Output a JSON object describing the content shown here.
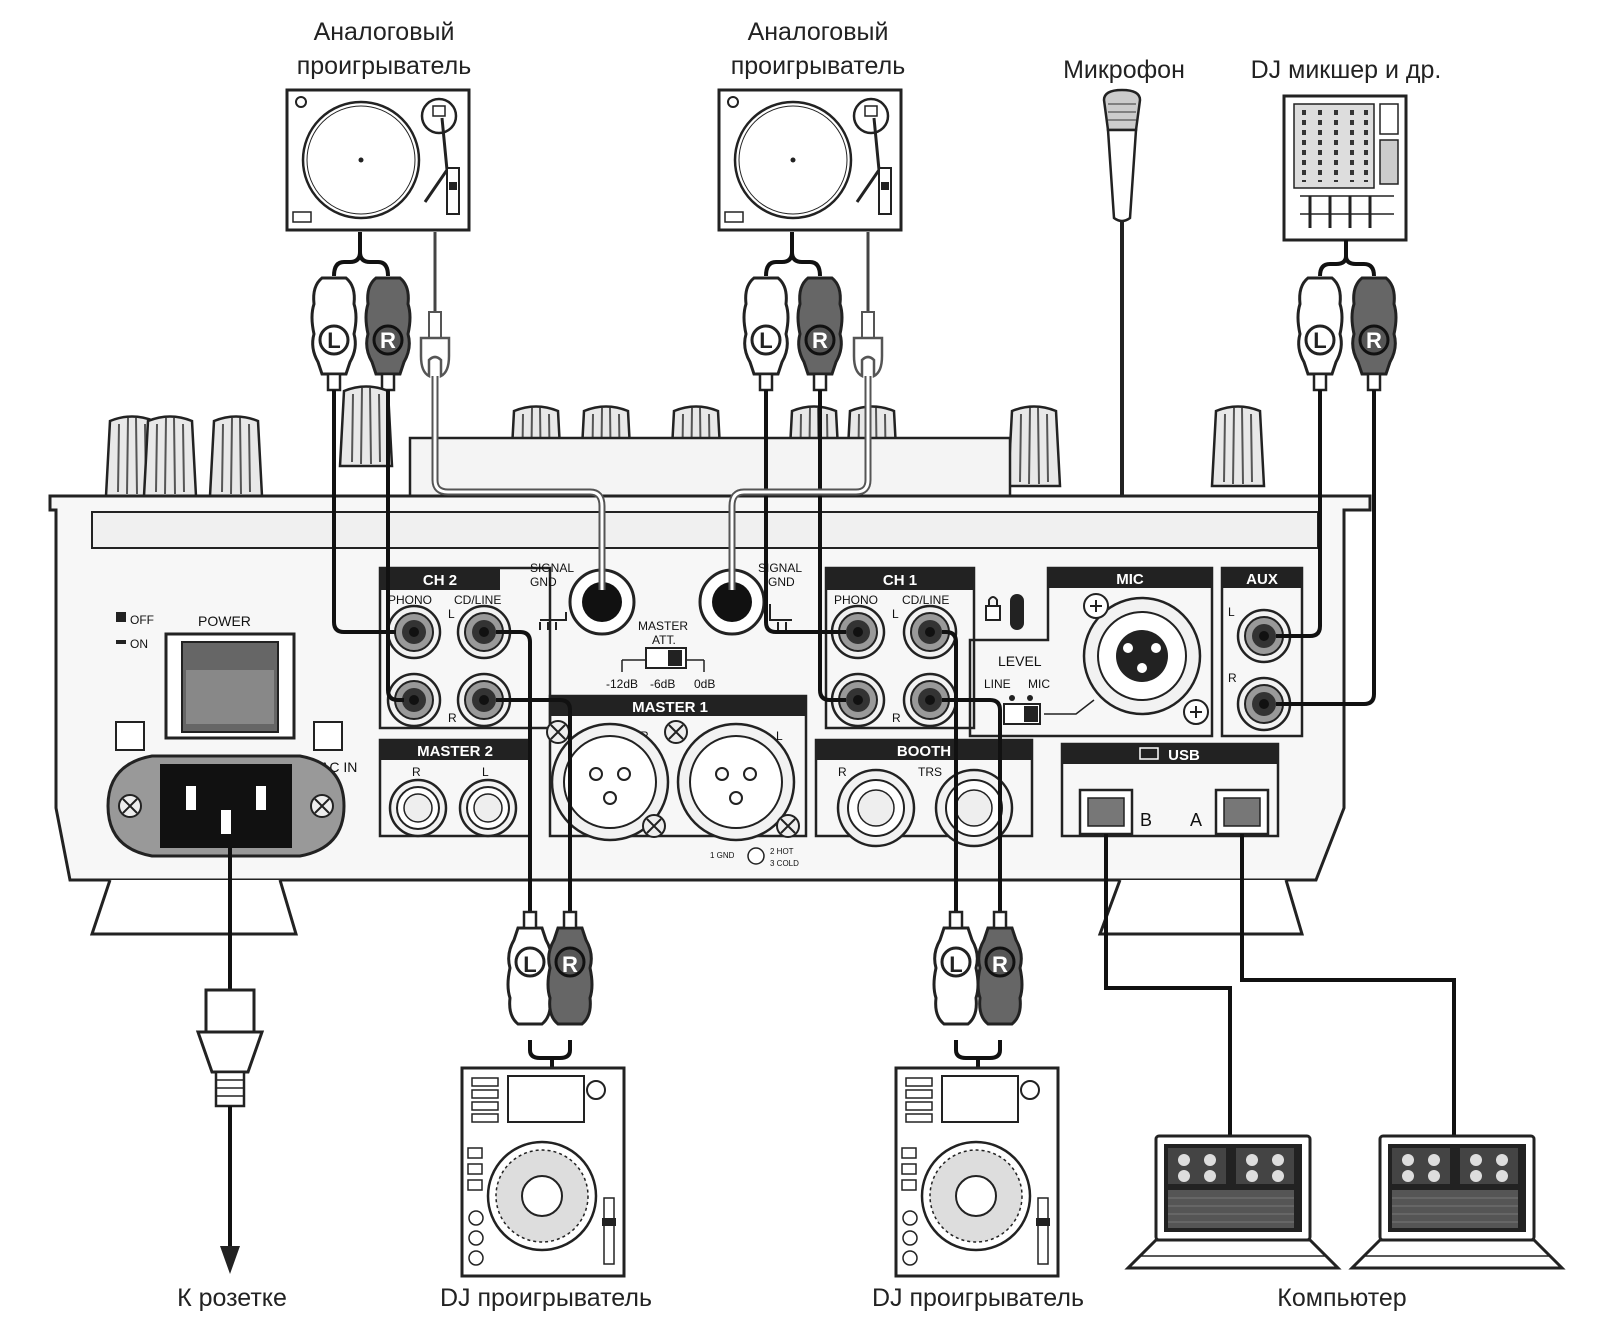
{
  "devices": {
    "turntable_left": "Аналоговый\nпроигрыватель",
    "turntable_right": "Аналоговый\nпроигрыватель",
    "microphone": "Микрофон",
    "dj_mixer": "DJ микшер и др.",
    "outlet": "К розетке",
    "dj_player_left": "DJ проигрыватель",
    "dj_player_right": "DJ проигрыватель",
    "computer": "Компьютер"
  },
  "plugs": {
    "left": "L",
    "right": "R"
  },
  "panel": {
    "ch2": "CH 2",
    "ch1": "CH 1",
    "phono": "PHONO",
    "cd_line": "CD/LINE",
    "l": "L",
    "r": "R",
    "signal_gnd_1": "SIGNAL",
    "signal_gnd_2": "GND",
    "master_att_1": "MASTER",
    "master_att_2": "ATT.",
    "att_12": "-12dB",
    "att_6": "-6dB",
    "att_0": "0dB",
    "master1": "MASTER 1",
    "master2": "MASTER 2",
    "booth": "BOOTH",
    "trs": "TRS",
    "mic": "MIC",
    "level": "LEVEL",
    "line": "LINE",
    "mic_small": "MIC",
    "aux": "AUX",
    "usb": "USB",
    "usb_b": "B",
    "usb_a": "A",
    "power": "POWER",
    "off": "OFF",
    "on": "ON",
    "ac_in": "AC IN",
    "xlr_pins_1": "1 GND",
    "xlr_pins_2": "2 HOT",
    "xlr_pins_3": "3 COLD"
  }
}
